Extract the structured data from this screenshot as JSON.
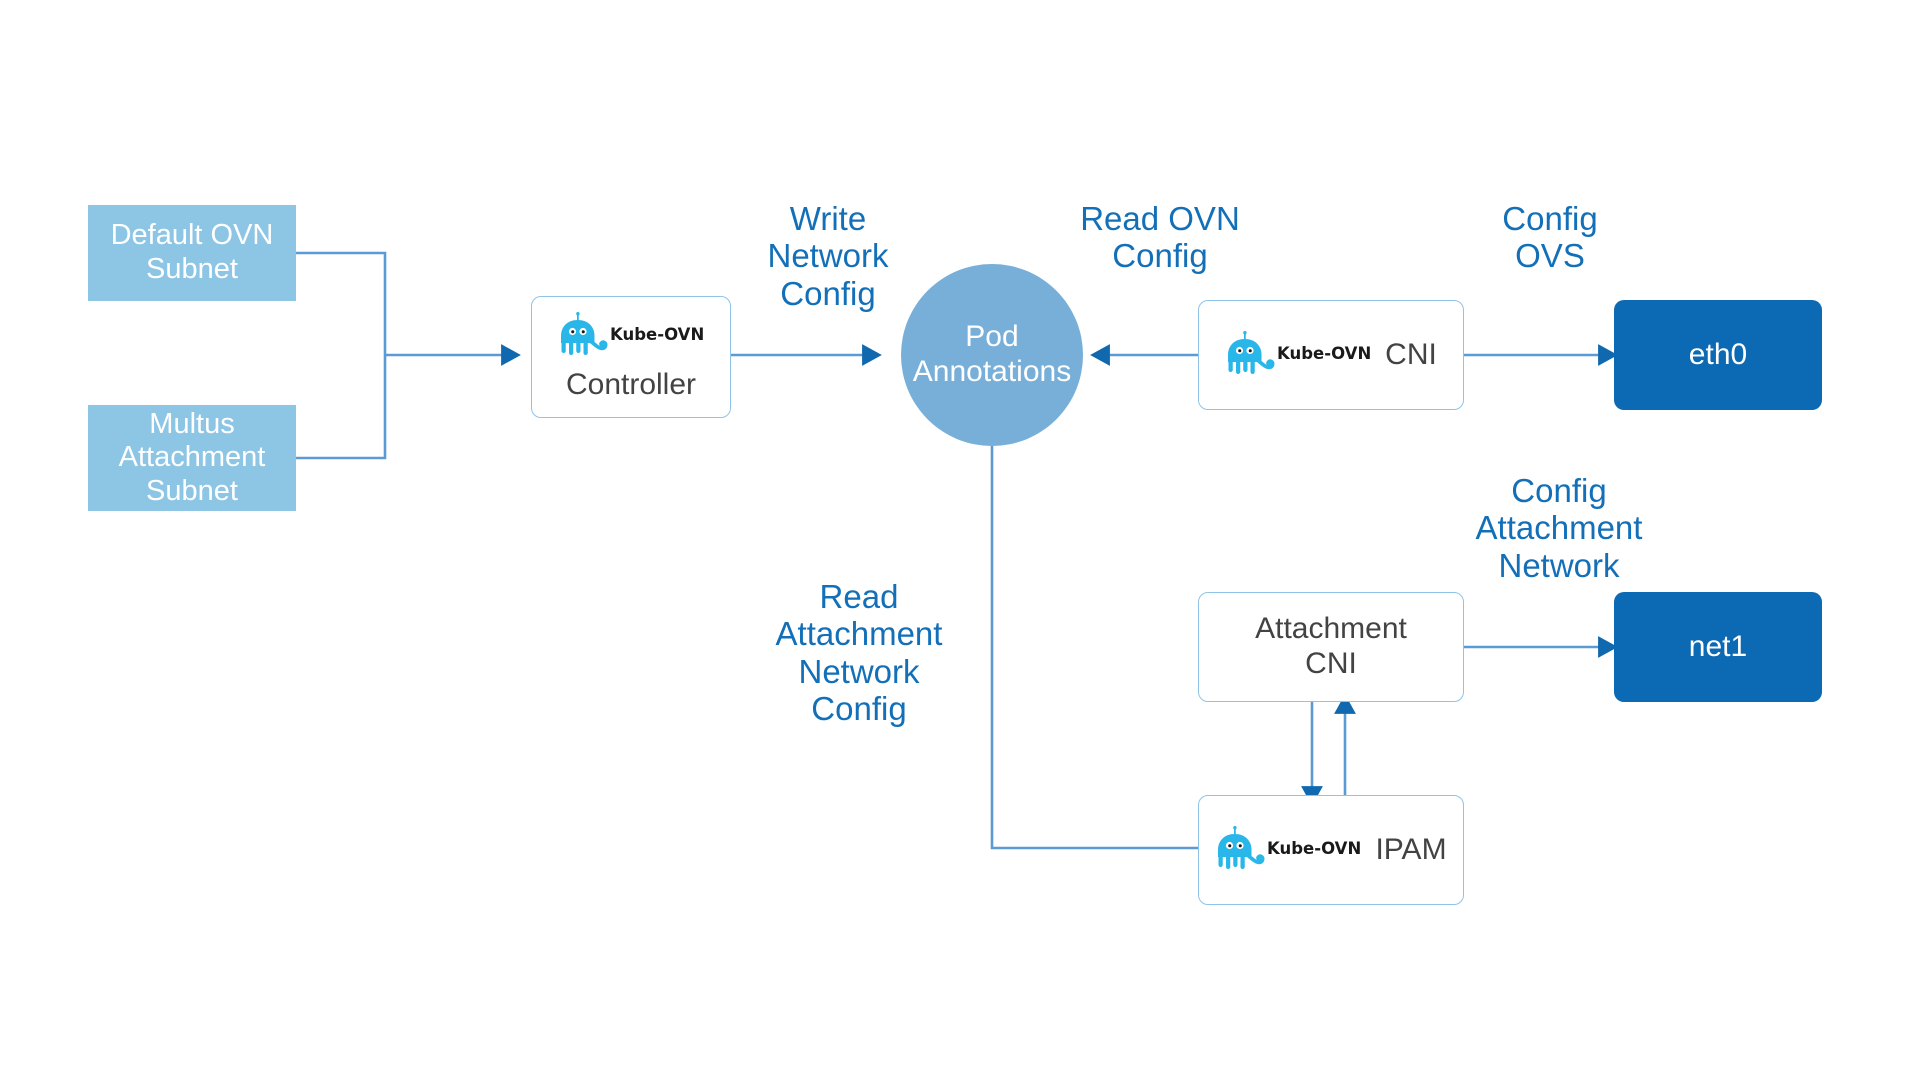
{
  "diagram": {
    "title": "Kube-OVN Multus attachment network flow",
    "colors": {
      "subnet_fill": "#8DC5E5",
      "circle_fill": "#77AFD8",
      "interface_fill": "#0C69B4",
      "edge_line": "#5B9BD5",
      "edge_arrow": "#1068AF",
      "label_text": "#1370B8",
      "box_border": "#8FC4E8",
      "box_text": "#434343",
      "logo_cyan": "#29B6E8"
    },
    "nodes": {
      "default_ovn_subnet": {
        "label": "Default OVN\nSubnet"
      },
      "multus_attachment_subnet": {
        "label": "Multus\nAttachment\nSubnet"
      },
      "kube_ovn_controller": {
        "logo_text": "Kube-OVN",
        "label": "Controller"
      },
      "pod_annotations": {
        "label": "Pod\nAnnotations"
      },
      "kube_ovn_cni": {
        "logo_text": "Kube-OVN",
        "label": "CNI"
      },
      "eth0": {
        "label": "eth0"
      },
      "attachment_cni": {
        "label": "Attachment\nCNI"
      },
      "kube_ovn_ipam": {
        "logo_text": "Kube-OVN",
        "label": "IPAM"
      },
      "net1": {
        "label": "net1"
      }
    },
    "edge_labels": {
      "write_network_config": "Write\nNetwork\nConfig",
      "read_ovn_config": "Read OVN\nConfig",
      "config_ovs": "Config\nOVS",
      "read_attachment_network_config": "Read\nAttachment\nNetwork\nConfig",
      "config_attachment_network": "Config\nAttachment\nNetwork"
    },
    "icons": {
      "kube_ovn_logo": "kube-ovn-octopus-logo"
    }
  }
}
